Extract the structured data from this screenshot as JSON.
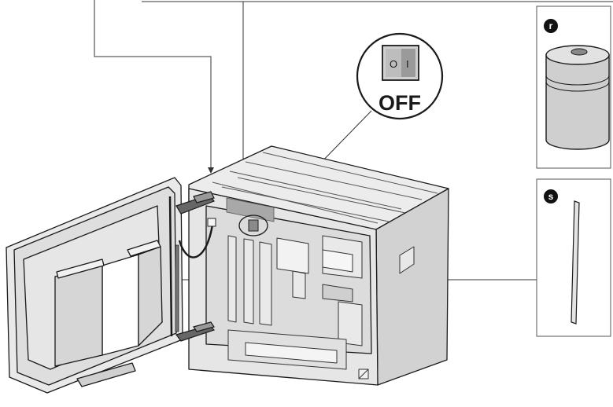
{
  "callout": {
    "status_label": "OFF",
    "switch_off_symbol": "O",
    "switch_on_symbol": "I"
  },
  "panels": [
    {
      "badge": "r",
      "content": "cylindrical-canister"
    },
    {
      "badge": "s",
      "content": "thin-rod"
    }
  ],
  "colors": {
    "line": "#1a1a1a",
    "body": "#e4e4e4",
    "body_shade": "#cfcfcf",
    "highlight": "#a8a8a8",
    "badge": "#111111",
    "panel_border": "#555555"
  },
  "icons": [
    "power-switch-icon",
    "door-latch-icon",
    "cable-icon"
  ]
}
